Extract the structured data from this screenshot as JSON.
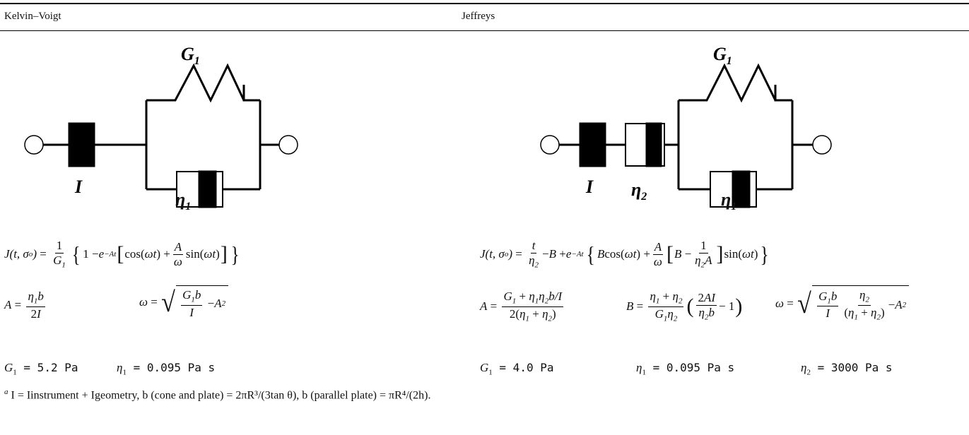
{
  "table": {
    "col_kv": "Kelvin–Voigt",
    "col_jf": "Jeffreys"
  },
  "kv": {
    "labels": {
      "spring": "G",
      "spring_sub": "1",
      "inertia": "I",
      "dashpot": "η",
      "dashpot_sub": "1"
    },
    "values": {
      "g1": {
        "sym": "G",
        "sub": "1",
        "value": " = 5.2 Pa"
      },
      "eta1": {
        "sym": "η",
        "sub": "1",
        "value": " = 0.095 Pa s"
      }
    }
  },
  "jf": {
    "labels": {
      "spring": "G",
      "spring_sub": "1",
      "inertia": "I",
      "dashpot2": "η",
      "dashpot2_sub": "2",
      "dashpot1": "η",
      "dashpot1_sub": "1"
    },
    "values": {
      "g1": {
        "sym": "G",
        "sub": "1",
        "value": " = 4.0 Pa"
      },
      "eta1": {
        "sym": "η",
        "sub": "1",
        "value": " = 0.095 Pa s"
      },
      "eta2": {
        "sym": "η",
        "sub": "2",
        "value": " = 3000 Pa s"
      }
    }
  },
  "footnote": "I = Iinstrument + Igeometry, b (cone and plate) = 2πR³/(3tan θ), b (parallel plate) = πR⁴/(2h)."
}
